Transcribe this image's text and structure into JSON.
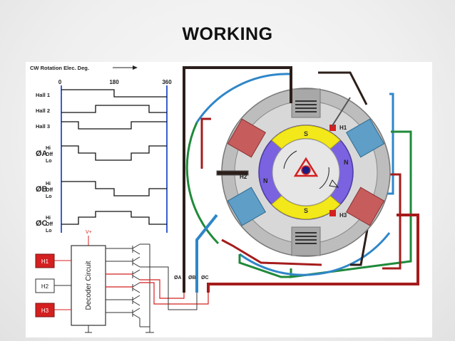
{
  "slide": {
    "title": "WORKING"
  },
  "timing": {
    "rotation_label": "CW Rotation Elec. Deg.",
    "ticks": [
      "0",
      "180",
      "360"
    ],
    "hall_labels": [
      "Hall 1",
      "Hall 2",
      "Hall 3"
    ],
    "phases": [
      {
        "symbol": "ØA",
        "levels": [
          "Hi",
          "Off",
          "Lo"
        ]
      },
      {
        "symbol": "ØB",
        "levels": [
          "Hi",
          "Off",
          "Lo"
        ]
      },
      {
        "symbol": "ØC",
        "levels": [
          "Hi",
          "Off",
          "Lo"
        ]
      }
    ]
  },
  "circuit": {
    "supply": "V+",
    "decoder": "Decoder Circuit",
    "sensors": [
      {
        "label": "H1",
        "active": true
      },
      {
        "label": "H2",
        "active": false
      },
      {
        "label": "H3",
        "active": true
      }
    ],
    "phase_outputs": [
      "ØA",
      "ØB",
      "ØC"
    ]
  },
  "motor": {
    "hall_labels": [
      "H1",
      "H2",
      "H3"
    ],
    "magnet_poles": [
      "S",
      "N",
      "S",
      "N"
    ]
  },
  "colors": {
    "hall_active": "#d42020",
    "phase_a": "#2c1e1a",
    "phase_b": "#2f86c8",
    "phase_c": "#a51c1c",
    "winding_green": "#1f8a3a",
    "magnet_n": "#7a62e0",
    "magnet_s": "#f2e81a",
    "stator": "#b5b5b5"
  }
}
